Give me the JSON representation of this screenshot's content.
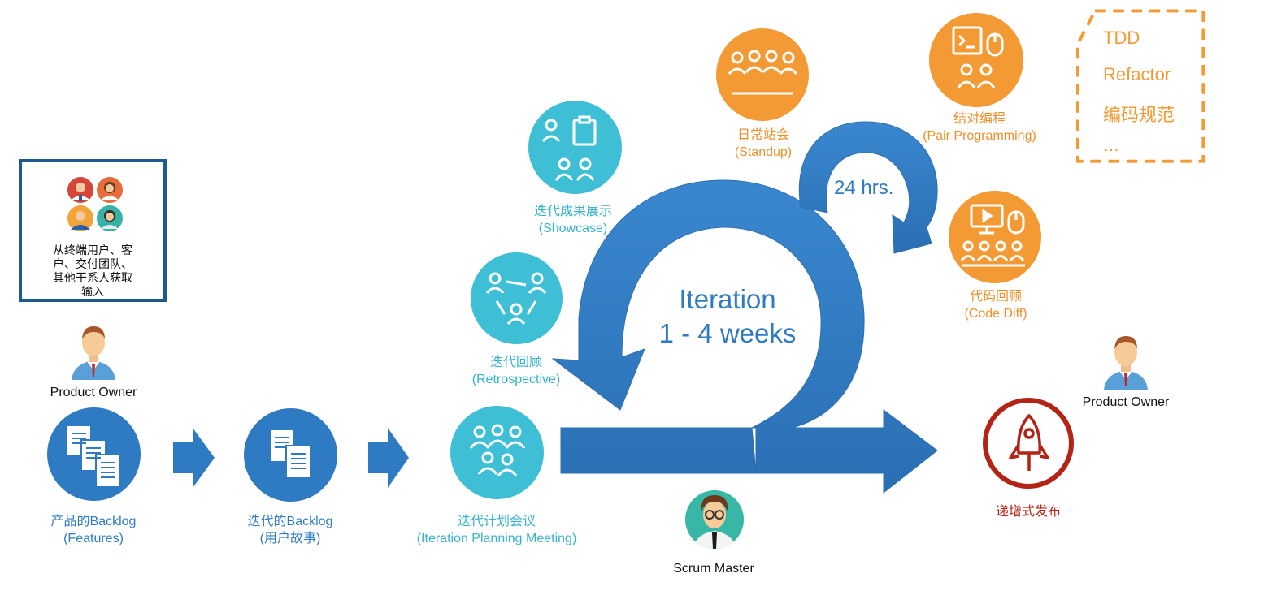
{
  "colors": {
    "blue": "#2f7bc3",
    "teal": "#3fbfd6",
    "orange": "#f39a34",
    "red": "#b42416",
    "box_border": "#1f5a8f"
  },
  "inputs_box": {
    "lines": [
      "从终端用户、客",
      "户、交付团队、",
      "其他干系人获取",
      "输入"
    ],
    "icons": [
      "person-avatar-red-icon",
      "person-avatar-orange-icon",
      "person-avatar-blue-icon",
      "person-avatar-teal-icon"
    ]
  },
  "product_owner_left": {
    "label": "Product Owner",
    "icon": "product-owner-avatar-icon"
  },
  "product_owner_right": {
    "label": "Product Owner",
    "icon": "product-owner-avatar-icon"
  },
  "scrum_master": {
    "label": "Scrum Master",
    "icon": "scrum-master-avatar-icon"
  },
  "product_backlog": {
    "line1": "产品的Backlog",
    "line2": "(Features)",
    "icon": "documents-stack-icon"
  },
  "iteration_backlog": {
    "line1": "迭代的Backlog",
    "line2": "(用户故事)",
    "icon": "documents-icon"
  },
  "planning": {
    "line1": "迭代计划会议",
    "line2": "(Iteration Planning Meeting)",
    "icon": "team-meeting-icon"
  },
  "retrospective": {
    "line1": "迭代回顾",
    "line2": "(Retrospective)",
    "icon": "people-network-icon"
  },
  "showcase": {
    "line1": "迭代成果展示",
    "line2": "(Showcase)",
    "icon": "presentation-clipboard-icon"
  },
  "standup": {
    "line1": "日常站会",
    "line2": "(Standup)",
    "icon": "standup-people-icon"
  },
  "pair_programming": {
    "line1": "结对编程",
    "line2": "(Pair Programming)",
    "icon": "terminal-mouse-pair-icon"
  },
  "code_review": {
    "line1": "代码回顾",
    "line2": "(Code Diff)",
    "icon": "monitor-group-icon"
  },
  "release": {
    "label": "递增式发布",
    "icon": "rocket-icon"
  },
  "iteration": {
    "line1": "Iteration",
    "line2": "1 - 4 weeks"
  },
  "daily_cycle": {
    "label": "24 hrs."
  },
  "practices": [
    "TDD",
    "Refactor",
    "编码规范",
    "…"
  ]
}
